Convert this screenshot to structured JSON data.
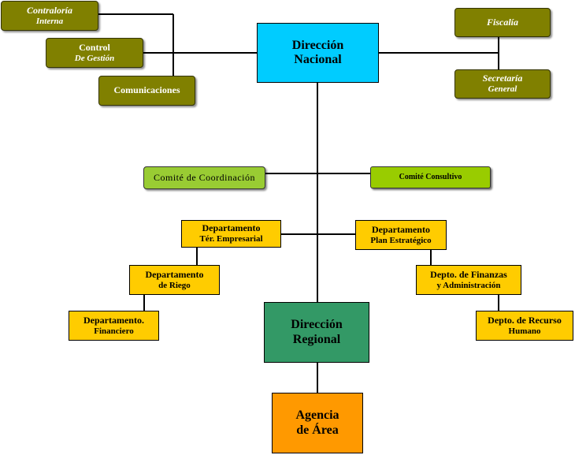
{
  "nodes": {
    "contraloria": {
      "line1": "Contraloría",
      "line2": "Interna"
    },
    "control": {
      "line1": "Control",
      "line2": "De Gestión"
    },
    "comunicaciones": {
      "line1": "Comunicaciones"
    },
    "direccion_nacional": {
      "line1": "Dirección",
      "line2": "Nacional"
    },
    "fiscalia": {
      "line1": "Fiscalía"
    },
    "secretaria": {
      "line1": "Secretaría",
      "line2": "General"
    },
    "comite_coordinacion": {
      "line1": "Comité de Coordinación"
    },
    "comite_consultivo": {
      "line1": "Comité Consultivo"
    },
    "depto_empresarial": {
      "line1": "Departamento",
      "line2": "Tér. Empresarial"
    },
    "depto_plan": {
      "line1": "Departamento",
      "line2": "Plan Estratégico"
    },
    "depto_riego": {
      "line1": "Departamento",
      "line2": "de Riego"
    },
    "depto_finanzas": {
      "line1": "Depto. de Finanzas",
      "line2": "y Administración"
    },
    "depto_financiero": {
      "line1": "Departamento.",
      "line2": "Financiero"
    },
    "direccion_regional": {
      "line1": "Dirección",
      "line2": "Regional"
    },
    "depto_rrhh": {
      "line1": "Depto. de Recurso",
      "line2": "Humano"
    },
    "agencia": {
      "line1": "Agencia",
      "line2": "de Área"
    }
  },
  "colors": {
    "olive": "#808000",
    "cyan": "#00ccff",
    "light_green": "#99cc33",
    "yellow": "#ffcc00",
    "teal": "#339966",
    "orange": "#ff9900"
  }
}
